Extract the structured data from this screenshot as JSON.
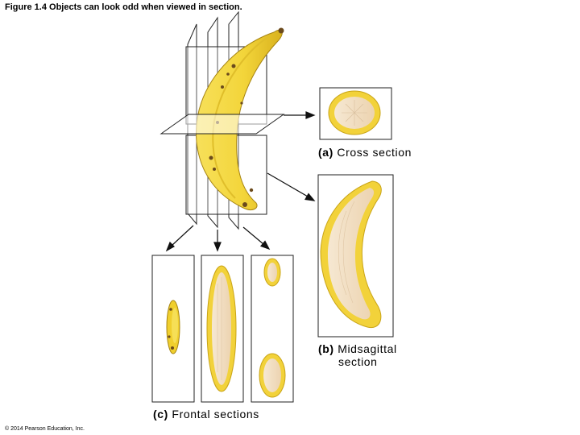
{
  "figure": {
    "caption": "Figure 1.4 Objects can look odd when viewed in section.",
    "copyright": "© 2014 Pearson Education, Inc."
  },
  "panels": {
    "cross": {
      "letter": "(a)",
      "name": "Cross section"
    },
    "midsagittal": {
      "letter": "(b)",
      "name_line1": "Midsagittal",
      "name_line2": "section"
    },
    "frontal": {
      "letter": "(c)",
      "name": "Frontal sections"
    }
  },
  "colors": {
    "peel": "#f2d23a",
    "peel_dark": "#c9a416",
    "flesh": "#f3e2c8",
    "spot": "#6b4a1c",
    "outline": "#222222"
  }
}
